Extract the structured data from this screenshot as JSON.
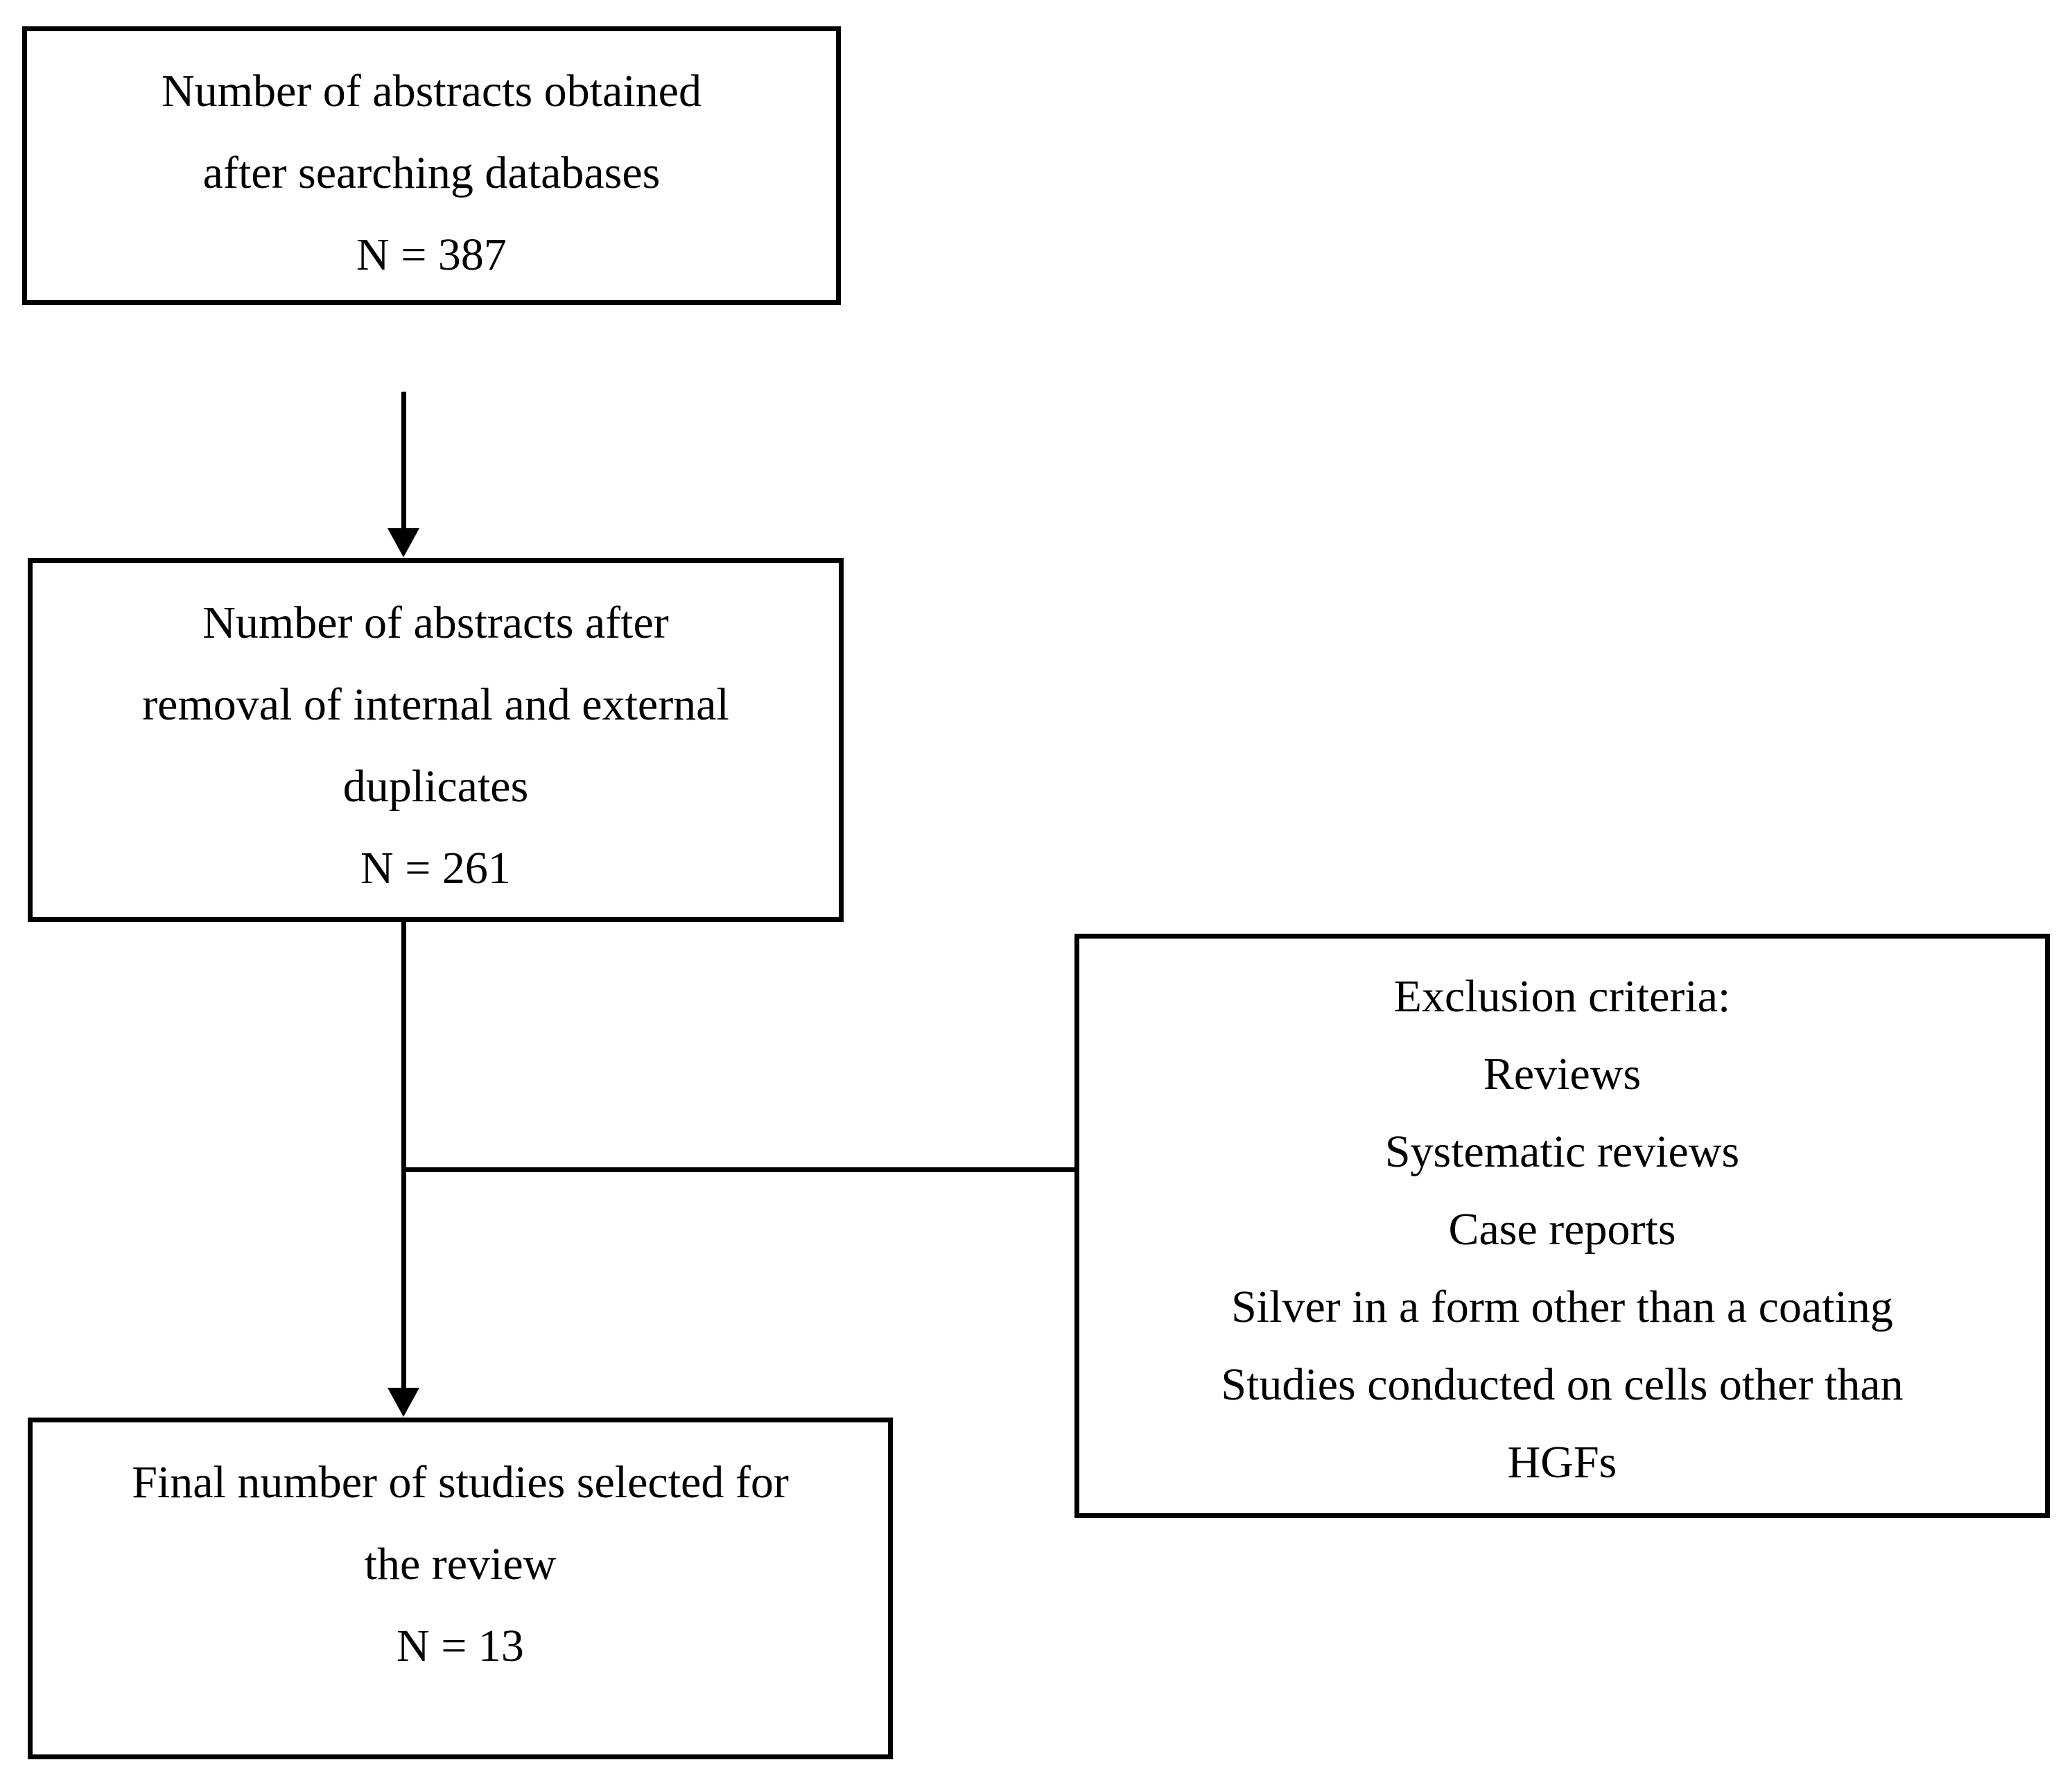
{
  "figure": {
    "background": "#ffffff",
    "line_color": "#000000",
    "text_color": "#000000"
  },
  "boxes": {
    "abstracts_obtained": {
      "lines": [
        "Number of abstracts obtained",
        "after searching databases",
        "N = 387"
      ]
    },
    "abstracts_deduplicated": {
      "lines": [
        "Number of abstracts after",
        "removal of internal and external",
        "duplicates",
        "N = 261"
      ]
    },
    "exclusion_criteria": {
      "lines": [
        "Exclusion criteria:",
        "Reviews",
        "Systematic reviews",
        "Case reports",
        "Silver in a form other than a coating",
        "Studies conducted on cells other than",
        "HGFs"
      ]
    },
    "final_studies": {
      "lines": [
        "Final number of studies selected for",
        "the review",
        "N = 13"
      ]
    }
  }
}
